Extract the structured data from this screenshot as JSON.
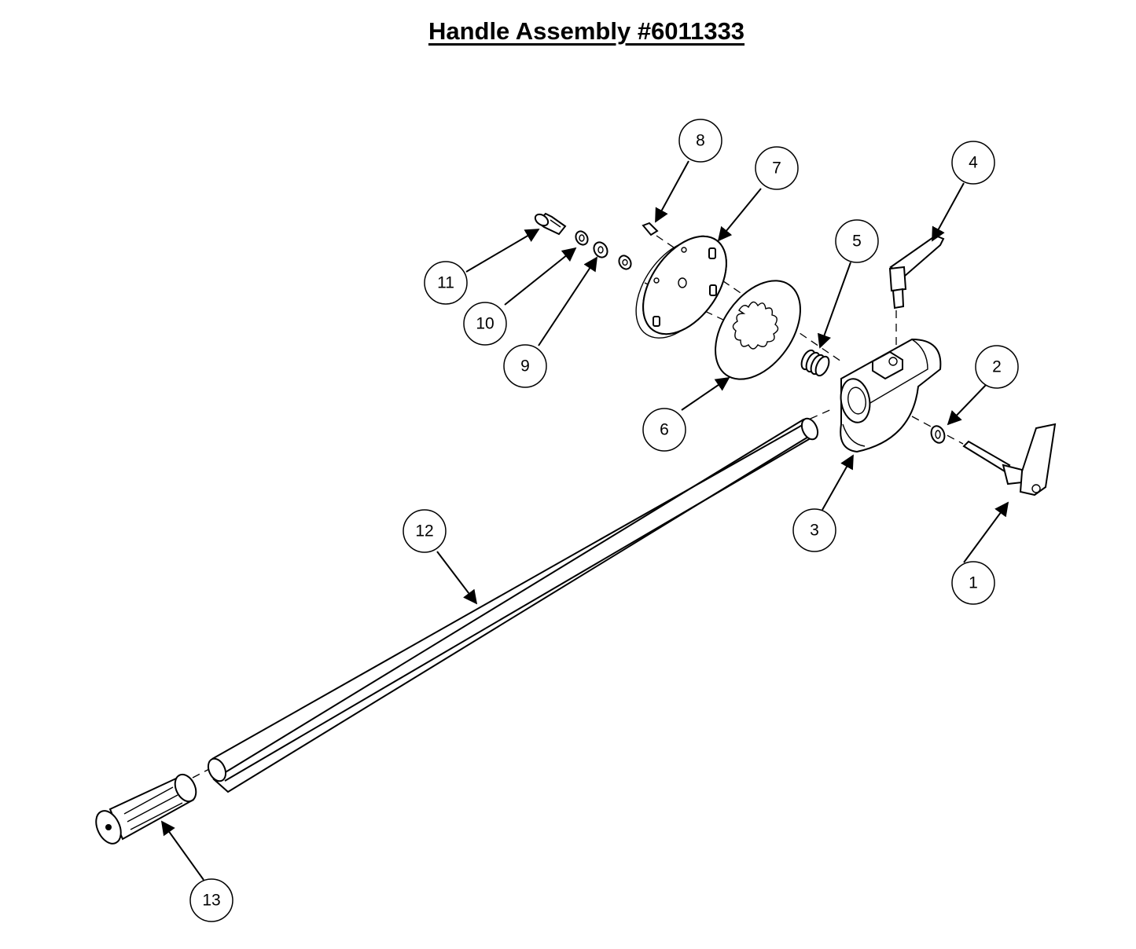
{
  "title": "Handle Assembly #6011333",
  "balloons": [
    {
      "label": "1"
    },
    {
      "label": "2"
    },
    {
      "label": "3"
    },
    {
      "label": "4"
    },
    {
      "label": "5"
    },
    {
      "label": "6"
    },
    {
      "label": "7"
    },
    {
      "label": "8"
    },
    {
      "label": "9"
    },
    {
      "label": "10"
    },
    {
      "label": "11"
    },
    {
      "label": "12"
    },
    {
      "label": "13"
    }
  ]
}
